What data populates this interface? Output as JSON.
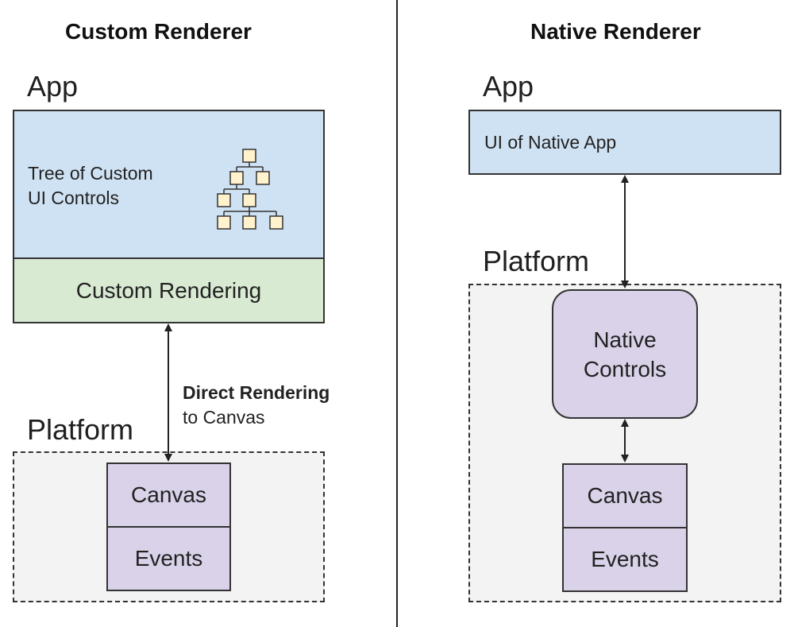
{
  "left": {
    "title": "Custom Renderer",
    "app_label": "App",
    "tree_line1": "Tree of Custom",
    "tree_line2": "UI Controls",
    "rendering_label": "Custom Rendering",
    "arrow_label_bold": "Direct Rendering",
    "arrow_label_rest": "to Canvas",
    "platform_label": "Platform",
    "canvas_label": "Canvas",
    "events_label": "Events"
  },
  "right": {
    "title": "Native Renderer",
    "app_label": "App",
    "ui_label": "UI of Native App",
    "platform_label": "Platform",
    "native_line1": "Native",
    "native_line2": "Controls",
    "canvas_label": "Canvas",
    "events_label": "Events"
  },
  "colors": {
    "app_fill": "#cfe2f3",
    "rendering_fill": "#d9ead3",
    "platform_component_fill": "#d9d2e9",
    "platform_fill": "#f3f3f3",
    "tree_node_fill": "#fff2cc"
  }
}
